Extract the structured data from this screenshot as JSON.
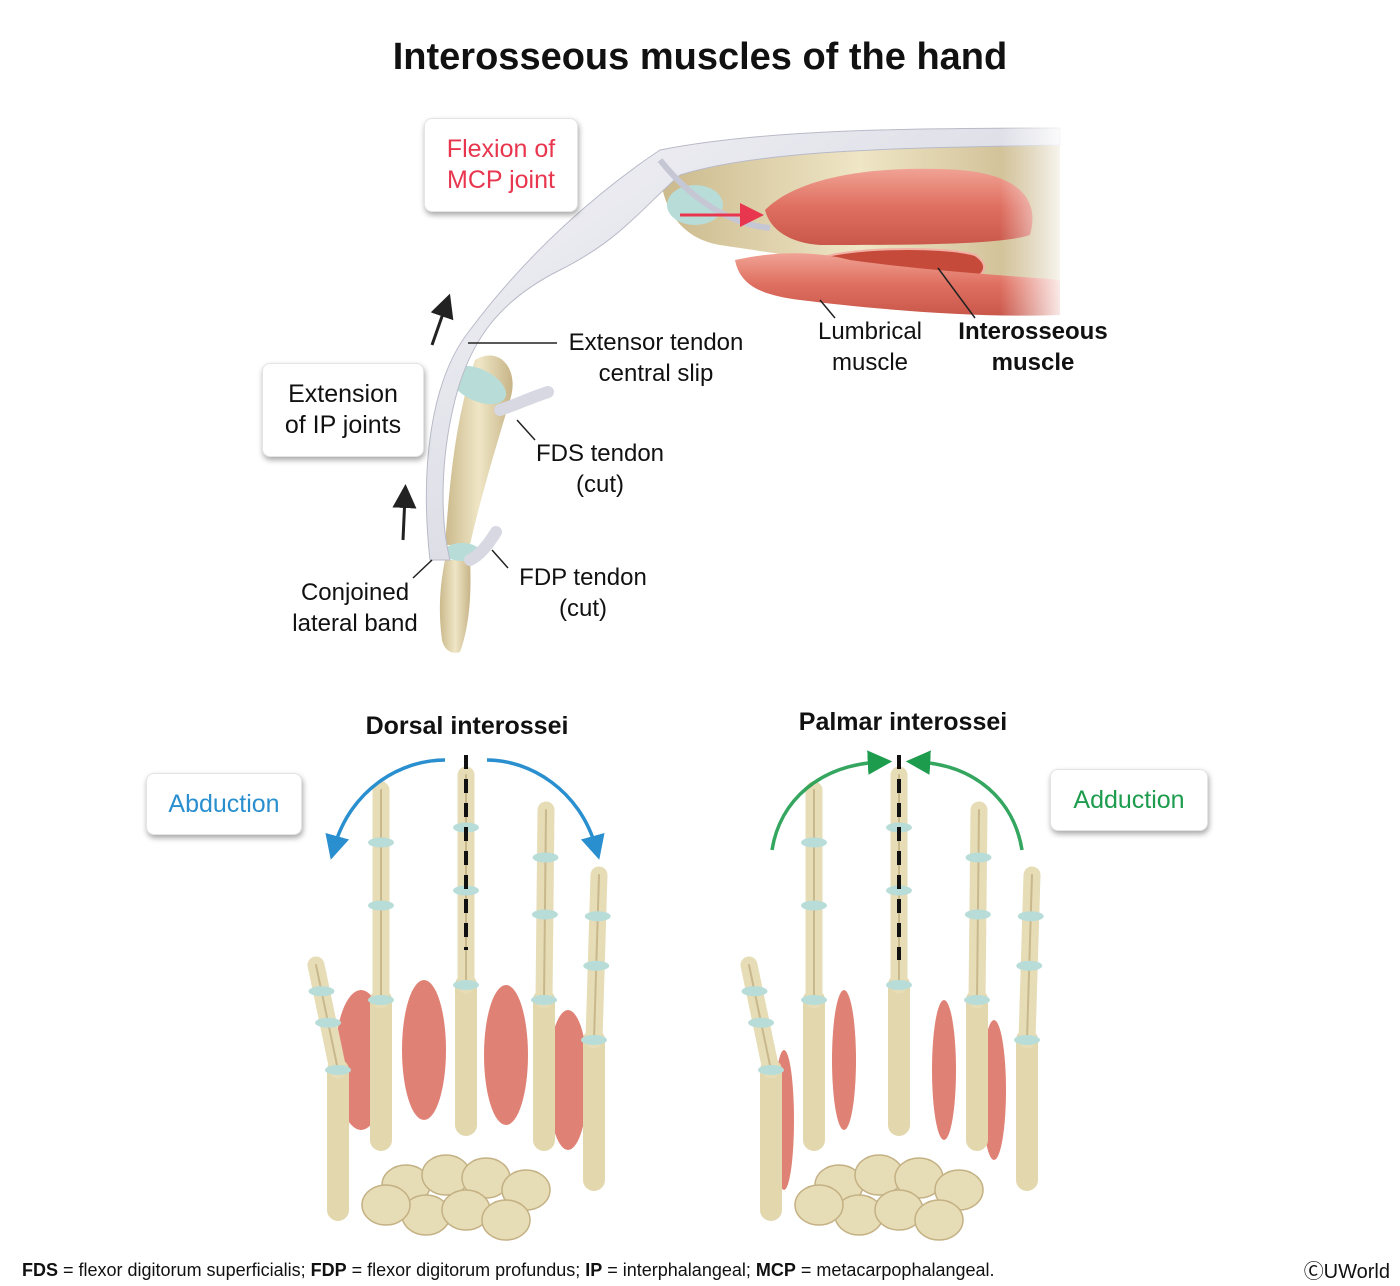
{
  "title": "Interosseous muscles of the hand",
  "top_panel": {
    "box_flexion_line1": "Flexion of",
    "box_flexion_line2": "MCP joint",
    "box_extension_line1": "Extension",
    "box_extension_line2": "of IP joints",
    "label_extensor_line1": "Extensor tendon",
    "label_extensor_line2": "central slip",
    "label_lumbrical_line1": "Lumbrical",
    "label_lumbrical_line2": "muscle",
    "label_interosseous_line1": "Interosseous",
    "label_interosseous_line2": "muscle",
    "label_fds_line1": "FDS tendon",
    "label_fds_line2": "(cut)",
    "label_fdp_line1": "FDP tendon",
    "label_fdp_line2": "(cut)",
    "label_conjoined_line1": "Conjoined",
    "label_conjoined_line2": "lateral band"
  },
  "dorsal": {
    "heading": "Dorsal interossei",
    "action": "Abduction"
  },
  "palmar": {
    "heading": "Palmar interossei",
    "action": "Adduction"
  },
  "footer": {
    "fds_abbr": "FDS",
    "fds_text": " = flexor digitorum superficialis; ",
    "fdp_abbr": "FDP",
    "fdp_text": " = flexor digitorum profundus; ",
    "ip_abbr": "IP",
    "ip_text": " = interphalangeal; ",
    "mcp_abbr": "MCP",
    "mcp_text": " = metacarpophalangeal."
  },
  "copyright": "ⒸUWorld",
  "colors": {
    "flexion": "#e8364e",
    "abduction": "#2a8fcf",
    "adduction": "#1e9c4e",
    "bone": "#e6dcb6",
    "muscle": "#e07a6c",
    "tendon": "#d9dae4",
    "cartilage": "#b8ddd8"
  }
}
